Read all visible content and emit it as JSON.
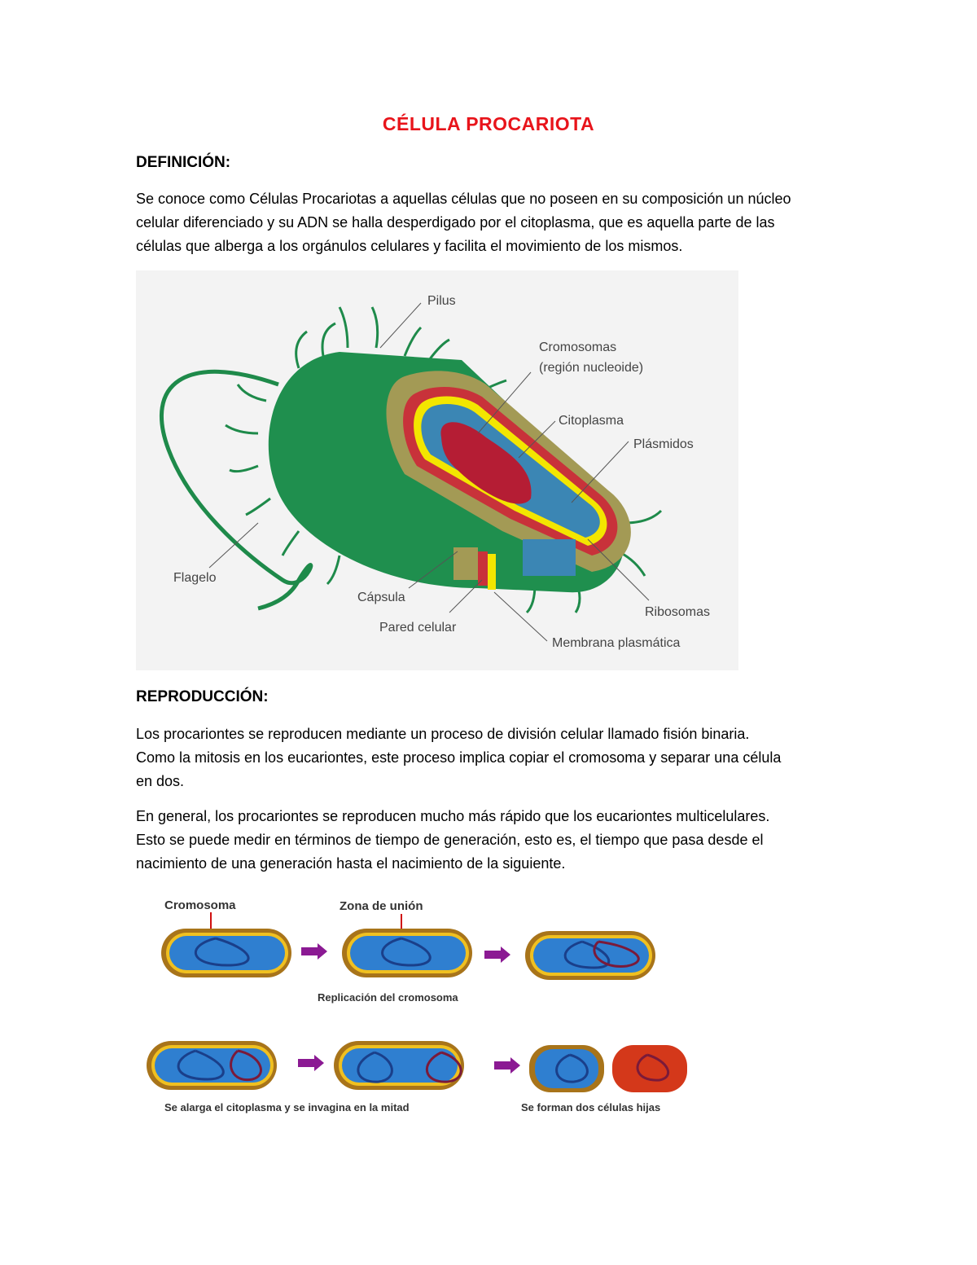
{
  "title": "CÉLULA PROCARIOTA",
  "definition": {
    "heading": "DEFINICIÓN:",
    "lines": [
      "Se conoce como Células Procariotas a aquellas células que no poseen en su composición un núcleo",
      "celular diferenciado y su ADN se halla desperdigado por el citoplasma, que es aquella parte de las",
      "células que alberga a los orgánulos celulares y facilita el movimiento de los mismos."
    ]
  },
  "cell_diagram": {
    "labels": {
      "pilus": "Pilus",
      "cromosomas": "Cromosomas",
      "nucleoide": "(región nucleoide)",
      "citoplasma": "Citoplasma",
      "plasmidos": "Plásmidos",
      "flagelo": "Flagelo",
      "capsula": "Cápsula",
      "pared": "Pared celular",
      "ribosomas": "Ribosomas",
      "membrana": "Membrana plasmática"
    }
  },
  "reproduction": {
    "heading": "REPRODUCCIÓN:",
    "para1": [
      "Los procariontes se reproducen mediante un proceso de división celular llamado fisión binaria.",
      "Como la mitosis en los eucariontes, este proceso implica copiar el cromosoma y separar una célula",
      "en dos."
    ],
    "para2": [
      "En general, los procariontes se reproducen mucho más rápido que los eucariontes multicelulares.",
      "Esto se puede medir en términos de tiempo de generación, esto es, el tiempo que pasa desde el",
      "nacimiento de una generación hasta el nacimiento de la siguiente."
    ]
  },
  "fission_diagram": {
    "cromosoma": "Cromosoma",
    "zona_union": "Zona de unión",
    "replicacion": "Replicación del cromosoma",
    "alarga": "Se alarga el citoplasma y se invagina en la mitad",
    "hijas": "Se forman dos células hijas"
  }
}
